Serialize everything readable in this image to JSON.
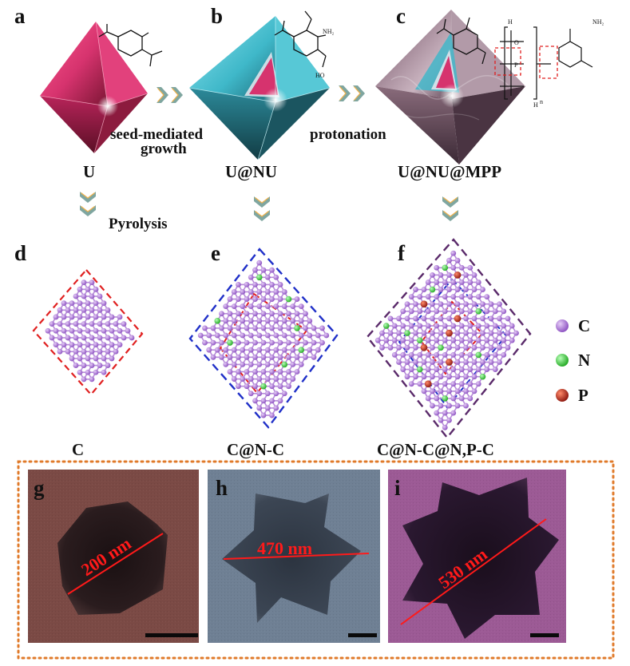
{
  "figure": {
    "top_row": {
      "panels": [
        {
          "letter": "a",
          "name": "U"
        },
        {
          "letter": "b",
          "name": "U@NU"
        },
        {
          "letter": "c",
          "name": "U@NU@MPP"
        }
      ],
      "steps": {
        "seed_line1": "seed-mediated",
        "seed_line2": "growth",
        "protonation": "protonation",
        "pyrolysis": "Pyrolysis"
      },
      "chem_labels": {
        "oh": "HO",
        "nh2": "NH₂",
        "h": "H",
        "n": "n",
        "p": "P",
        "o": "O"
      }
    },
    "middle_row": {
      "panels": [
        {
          "letter": "d",
          "name": "C"
        },
        {
          "letter": "e",
          "name": "C@N-C"
        },
        {
          "letter": "f",
          "name": "C@N-C@N,P-C"
        }
      ]
    },
    "legend": [
      {
        "symbol": "C",
        "color": "#b07ad8"
      },
      {
        "symbol": "N",
        "color": "#3fd43f"
      },
      {
        "symbol": "P",
        "color": "#c0281c"
      }
    ],
    "tem": [
      {
        "letter": "g",
        "scale": "200 nm",
        "background": "#7b4a45"
      },
      {
        "letter": "h",
        "scale": "470 nm",
        "background": "#6f8094"
      },
      {
        "letter": "i",
        "scale": "530 nm",
        "background": "#9c5a95"
      }
    ],
    "colors": {
      "octahedron_pink": "#d6336e",
      "octahedron_cyan": "#3fb8c9",
      "arrow": "#7fa6a0",
      "arrow_light": "#f2b24a",
      "frame": "#e07a2a",
      "box_red": "#e02020",
      "box_blue": "#2030c8",
      "box_purple": "#5a2a6a"
    }
  }
}
